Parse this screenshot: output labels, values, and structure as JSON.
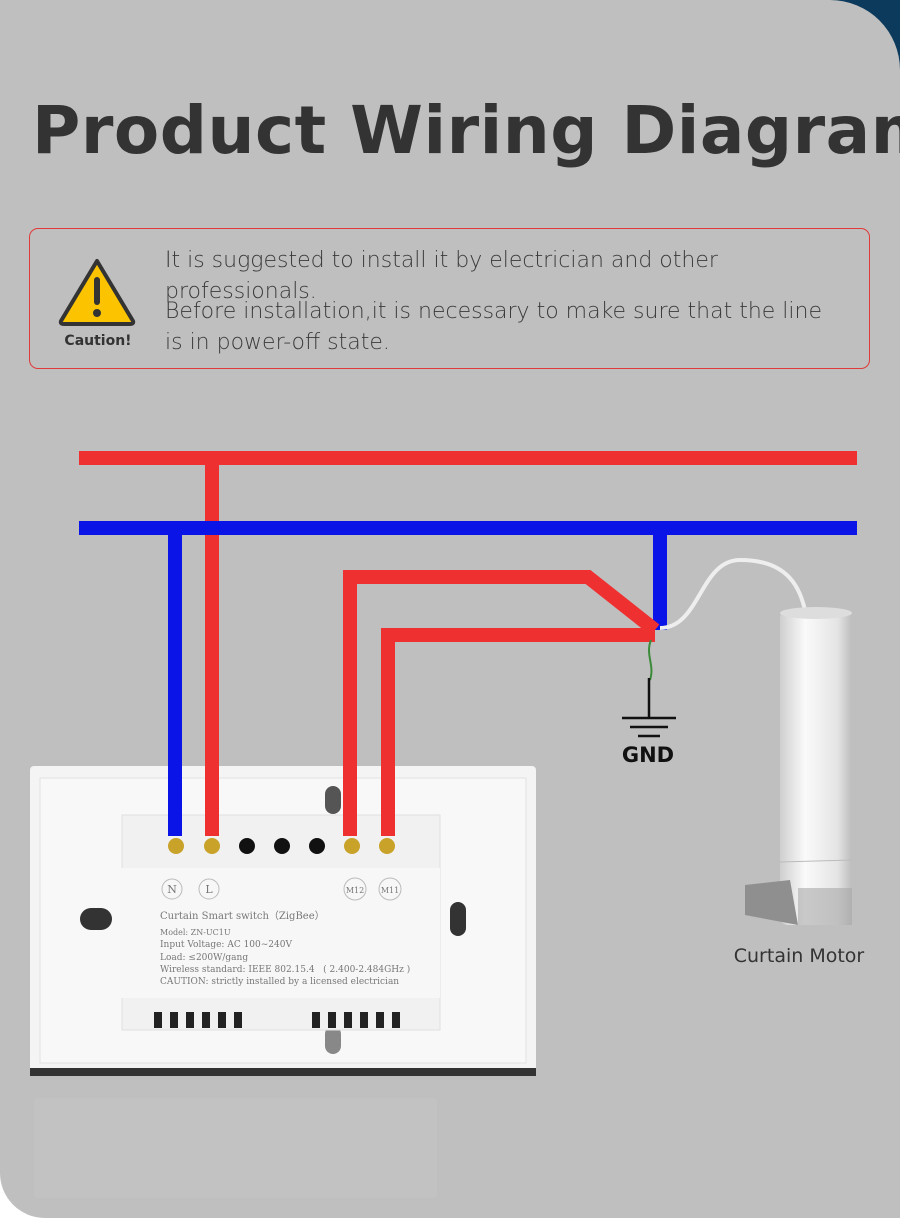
{
  "title": "Product Wiring Diagram",
  "caution": {
    "icon": "warning-triangle-icon",
    "label": "Caution!",
    "line1": "It is suggested to install it by electrician and other professionals.",
    "line2a": "Before installation,it is necessary to make sure that the line",
    "line2b": "is in power-off state."
  },
  "switch": {
    "terminals": {
      "n": "N",
      "l": "L",
      "m12": "M12",
      "m11": "M11"
    },
    "product_name": "Curtain Smart switch（ZigBee）",
    "model": "Model: ZN-UC1U",
    "input_voltage": "Input Voltage: AC 100∼240V",
    "load": "Load: ≤200W/gang",
    "wireless": "Wireless standard: IEEE 802.15.4   ( 2.400-2.484GHz )",
    "caution": "CAUTION: strictly installed by a licensed electrician"
  },
  "gnd_label": "GND",
  "motor_label": "Curtain Motor",
  "colors": {
    "live": "#ef3030",
    "neutral": "#0a14e6",
    "background": "#bfbfbf",
    "accent": "#0b3a5c",
    "caution_border": "#e03a3a"
  }
}
